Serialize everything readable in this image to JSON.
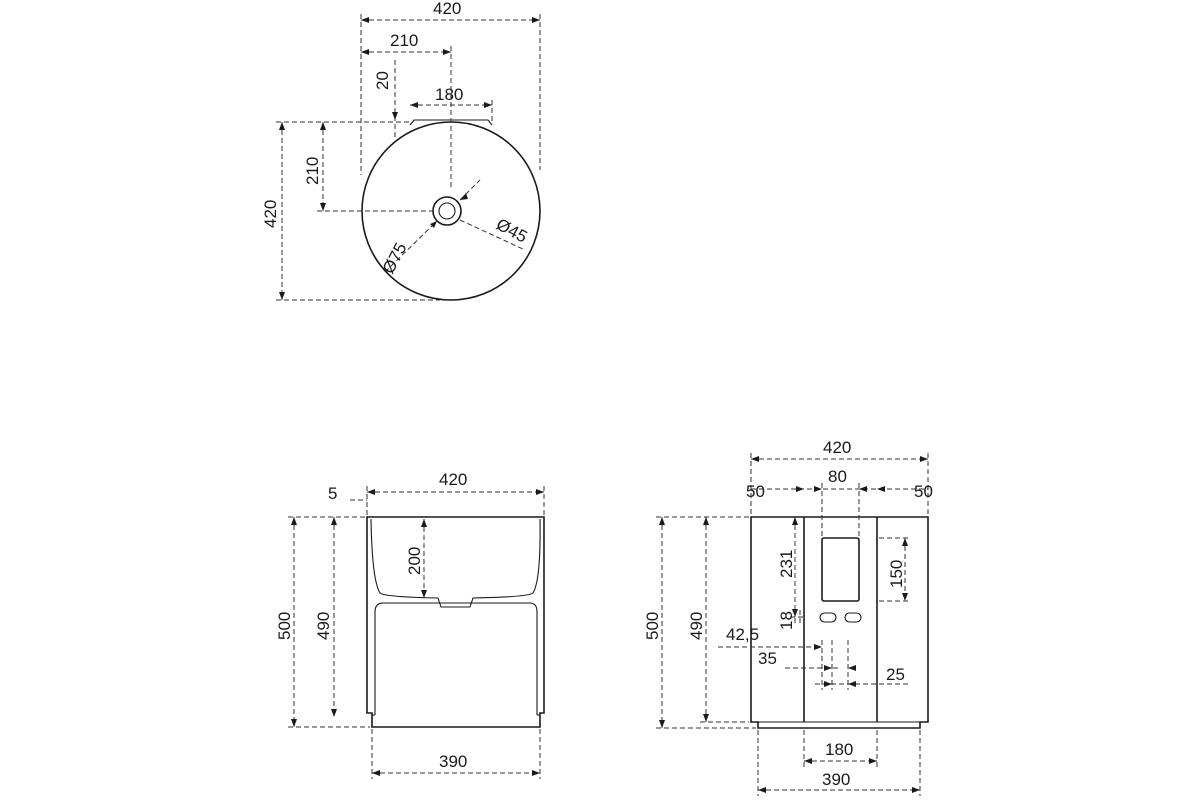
{
  "top_view": {
    "overall_width": "420",
    "overall_depth": "420",
    "half_width": "210",
    "half_depth": "210",
    "rear_offset": "20",
    "mount_width": "180",
    "drain_outer_diameter": "Ø75",
    "drain_inner_diameter": "Ø45"
  },
  "side_view": {
    "lip": "5",
    "top_width": "420",
    "overall_height": "500",
    "body_height": "490",
    "bowl_depth": "200",
    "base_width": "390"
  },
  "back_view": {
    "overall_width": "420",
    "panel_width": "80",
    "left_margin": "50",
    "right_margin": "50",
    "overall_height": "500",
    "body_height": "490",
    "cutout_height": "231",
    "slot_height": "150",
    "bracket_offset": "18",
    "pipe_offset": "42,5",
    "pipe_spacing": "35",
    "pipe_gap": "25",
    "inner_width": "180",
    "base_width": "390"
  }
}
